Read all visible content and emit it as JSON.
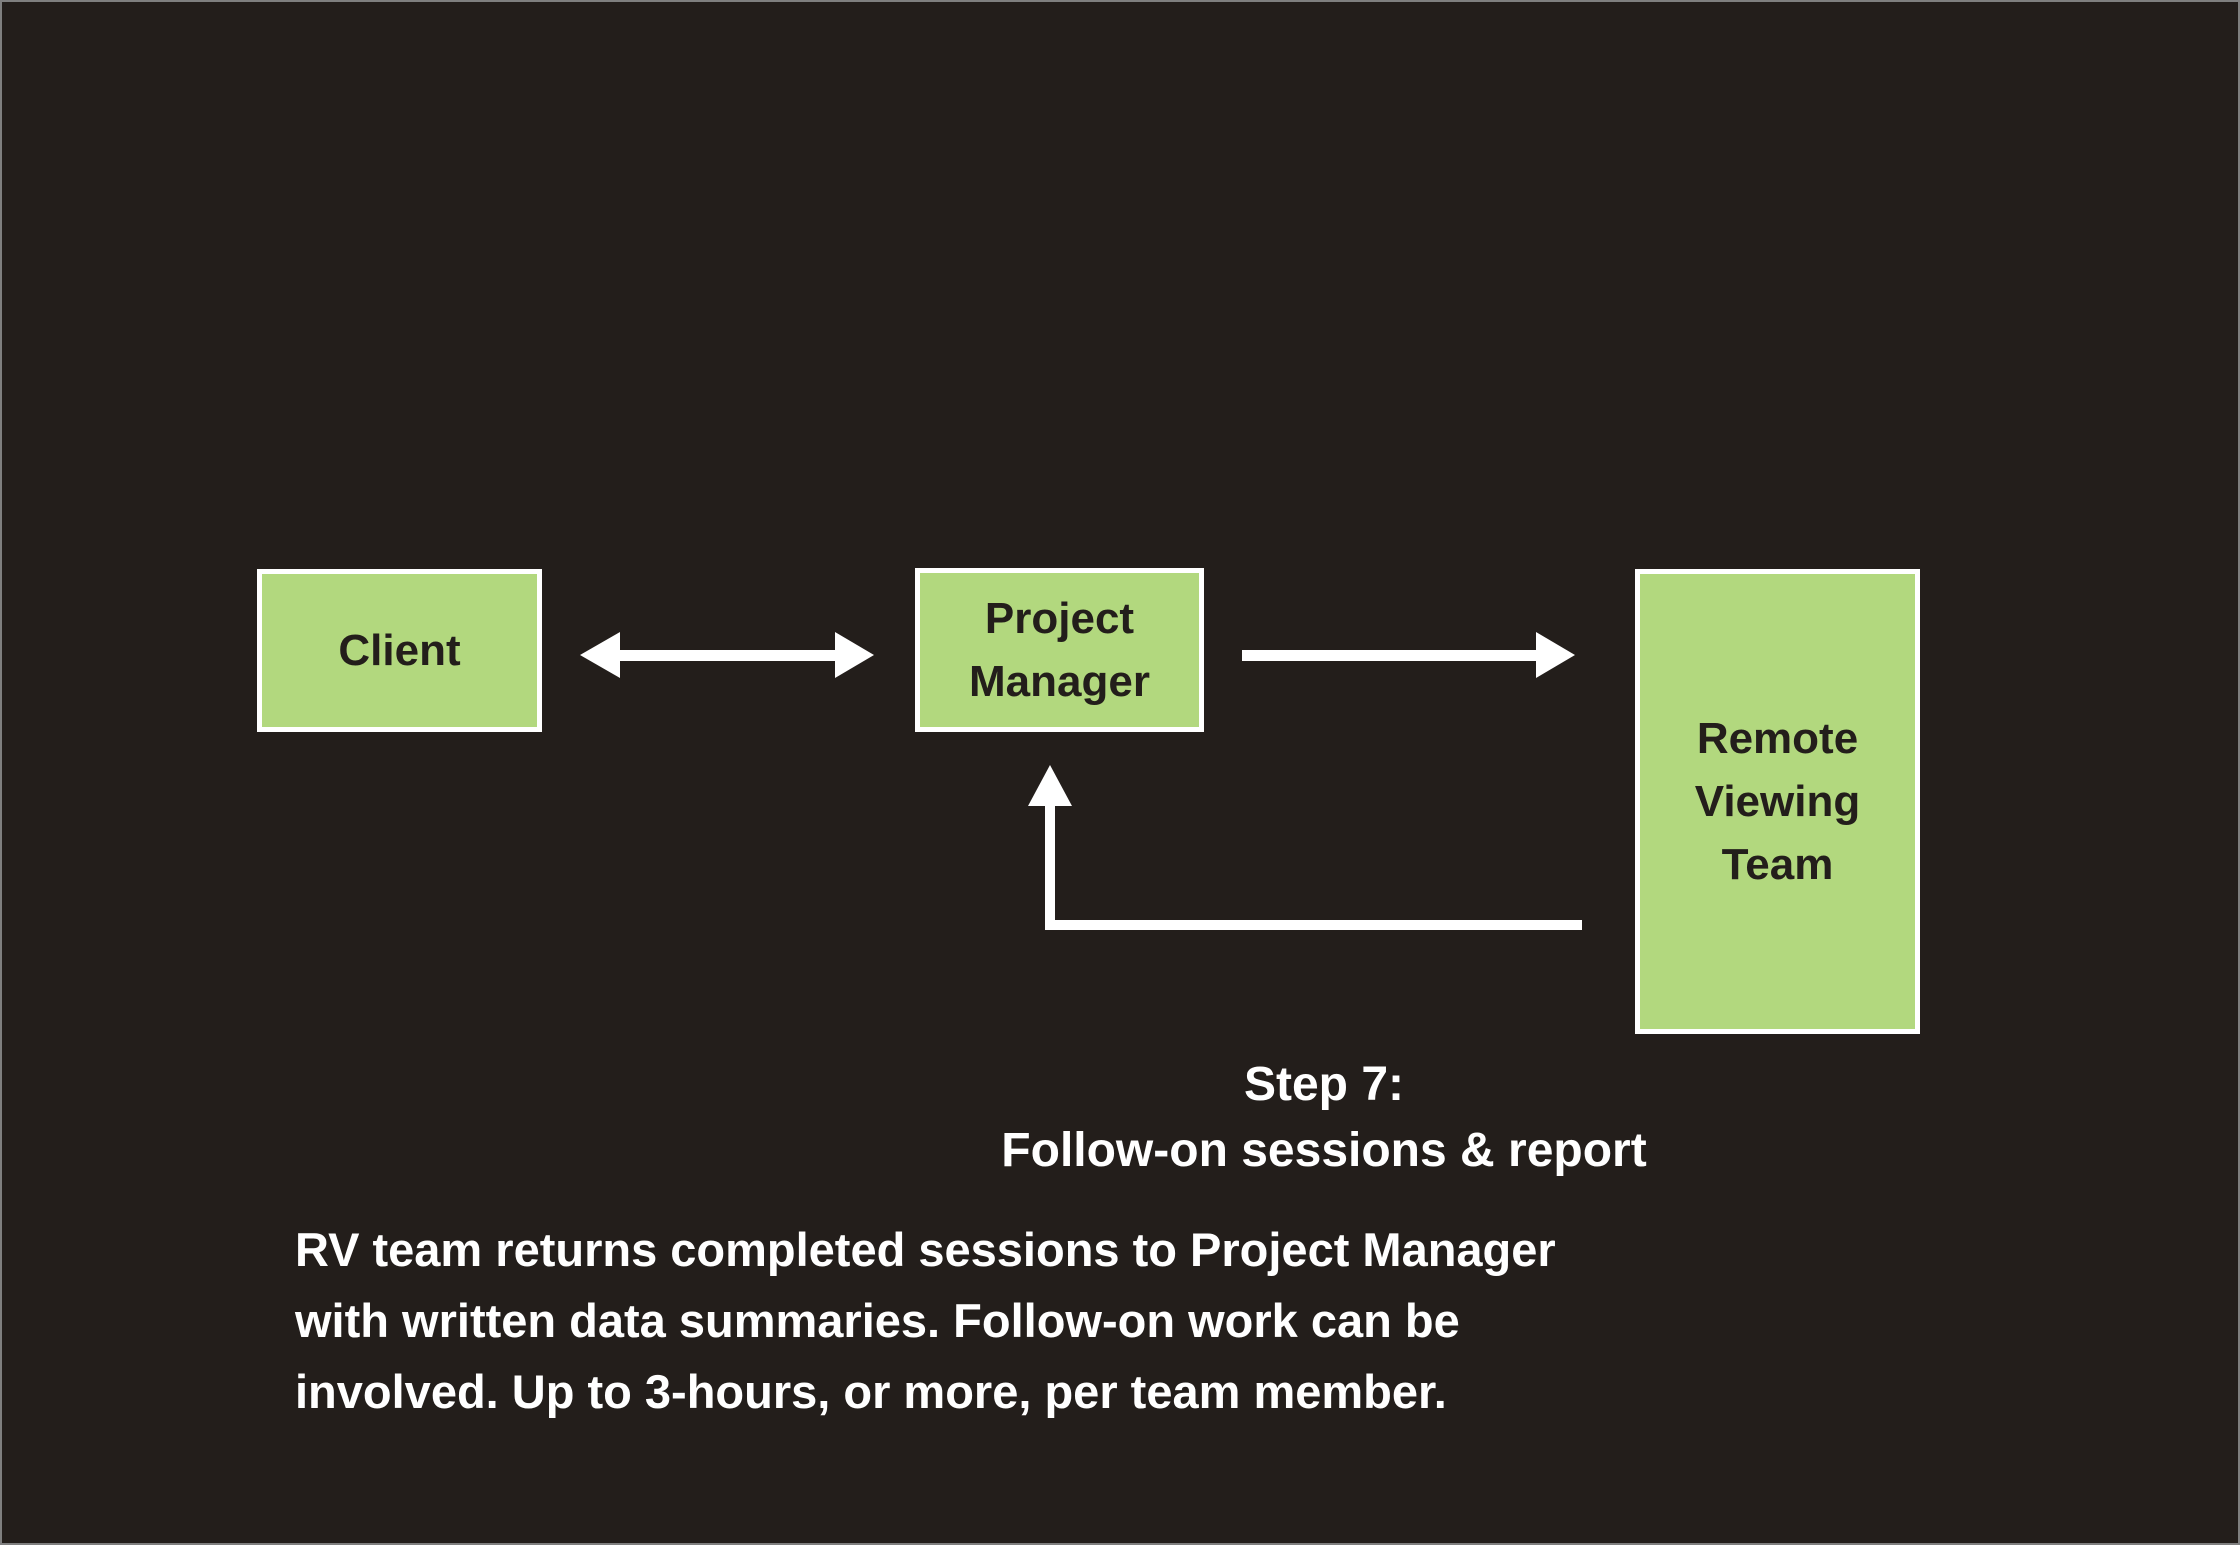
{
  "canvas": {
    "background_color": "#231e1b",
    "frame_border_color": "#7f7f7f"
  },
  "node_style": {
    "fill_color": "#b2d87e",
    "border_color": "#ffffff",
    "text_color": "#231e1b"
  },
  "nodes": {
    "client": {
      "label": "Client"
    },
    "project_manager": {
      "lines": [
        "Project",
        "Manager"
      ]
    },
    "remote_viewing_team": {
      "lines": [
        "Remote",
        "Viewing",
        "Team"
      ]
    }
  },
  "arrows": {
    "color": "#ffffff",
    "client_pm": {
      "icon": "double-headed-horizontal-arrow",
      "from": "Client",
      "to": "Project Manager"
    },
    "pm_rvt": {
      "icon": "right-arrow",
      "from": "Project Manager",
      "to": "Remote Viewing Team"
    },
    "rvt_pm_feedback": {
      "icon": "elbow-up-arrow",
      "from": "Remote Viewing Team",
      "to": "Project Manager"
    }
  },
  "caption": {
    "line1": "Step 7:",
    "line2": "Follow-on sessions & report"
  },
  "body": {
    "lines": [
      "RV team returns completed sessions to Project Manager",
      "with written data summaries. Follow-on work can be",
      "involved. Up to 3-hours, or more, per team member."
    ]
  }
}
